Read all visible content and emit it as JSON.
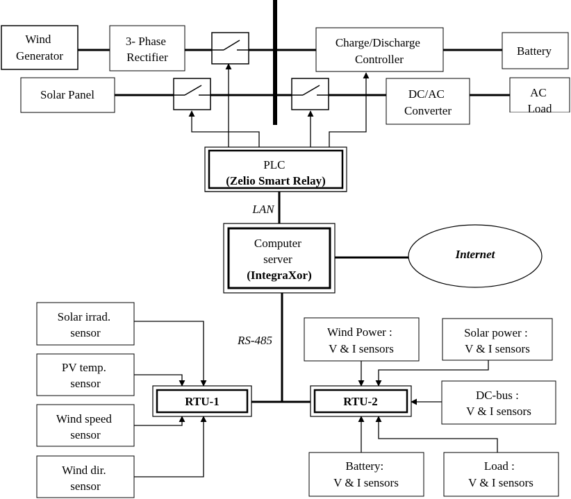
{
  "blocks": {
    "wind_generator": [
      "Wind",
      "Generator"
    ],
    "rectifier": [
      "3- Phase",
      "Rectifier"
    ],
    "charge_controller": [
      "Charge/Discharge",
      "Controller"
    ],
    "battery": [
      "Battery"
    ],
    "solar_panel": [
      "Solar Panel"
    ],
    "dcac_converter": [
      "DC/AC",
      "Converter"
    ],
    "ac_load": [
      "AC",
      "Load"
    ],
    "plc": [
      "PLC",
      "(Zelio Smart Relay)"
    ],
    "server": [
      "Computer",
      "server",
      "(IntegraXor)"
    ],
    "internet": [
      "Internet"
    ],
    "rtu1": [
      "RTU-1"
    ],
    "rtu2": [
      "RTU-2"
    ],
    "solar_irrad_sensor": [
      "Solar irrad.",
      "sensor"
    ],
    "pv_temp_sensor": [
      "PV temp.",
      "sensor"
    ],
    "wind_speed_sensor": [
      "Wind speed",
      "sensor"
    ],
    "wind_dir_sensor": [
      "Wind dir.",
      "sensor"
    ],
    "wind_power_sensors": [
      "Wind Power :",
      "V & I sensors"
    ],
    "solar_power_sensors": [
      "Solar power :",
      "V & I sensors"
    ],
    "dcbus_sensors": [
      "DC-bus :",
      "V & I sensors"
    ],
    "battery_sensors": [
      "Battery:",
      "V & I sensors"
    ],
    "load_sensors": [
      "Load :",
      "V & I sensors"
    ]
  },
  "links": {
    "lan": "LAN",
    "rs485": "RS-485"
  }
}
